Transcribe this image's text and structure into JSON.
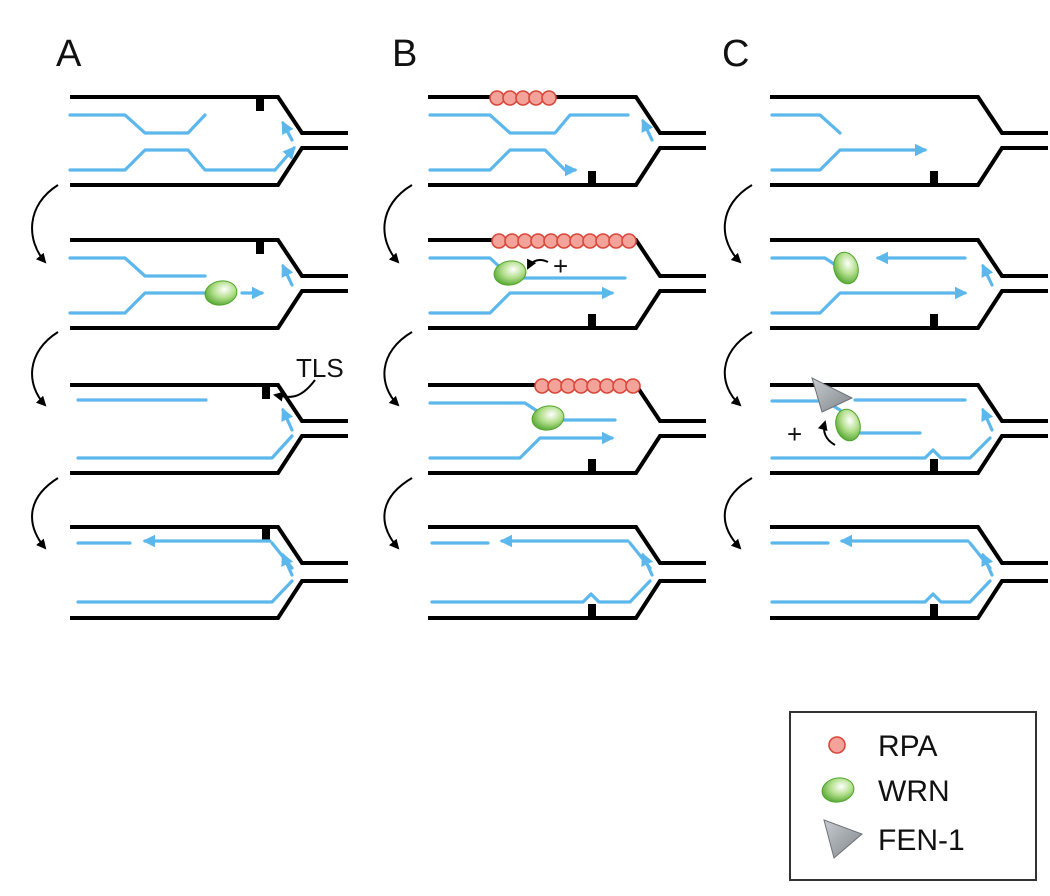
{
  "panels": [
    {
      "id": "A",
      "label": "A"
    },
    {
      "id": "B",
      "label": "B"
    },
    {
      "id": "C",
      "label": "C"
    }
  ],
  "annotations": {
    "tls": "TLS",
    "plus": "+"
  },
  "legend": [
    {
      "label": "RPA",
      "icon": "rpa-icon"
    },
    {
      "label": "WRN",
      "icon": "wrn-icon"
    },
    {
      "label": "FEN-1",
      "icon": "fen1-icon"
    }
  ],
  "colors": {
    "dna_duplex": "#000000",
    "nascent_strand": "#5cb8ec",
    "rpa_fill": "#f3a399",
    "rpa_stroke": "#d9463a",
    "wrn": "#66bf3a",
    "fen1": "#9aa0a6"
  }
}
